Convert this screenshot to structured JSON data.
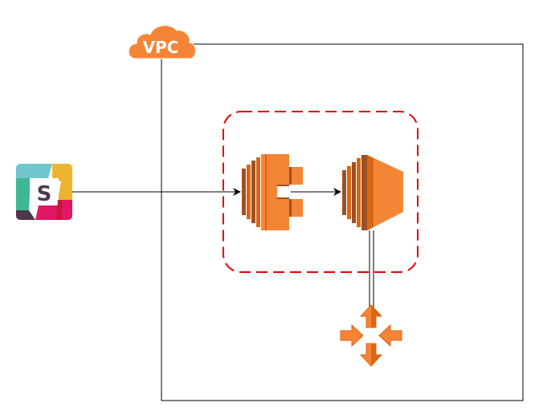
{
  "vpc": {
    "label": "VPC",
    "cloud_color": "#F58536",
    "border_color": "#000000"
  },
  "group": {
    "border_color": "#E10600",
    "style": "dashed"
  },
  "nodes": [
    {
      "id": "slack",
      "icon": "slack-logo-icon"
    },
    {
      "id": "load-balancer",
      "icon": "aws-elastic-load-balancing-icon"
    },
    {
      "id": "ec2-instance",
      "icon": "aws-ec2-instance-icon"
    },
    {
      "id": "nat-gateway",
      "icon": "aws-vpc-nat-gateway-icon"
    }
  ],
  "edges": [
    {
      "from": "slack",
      "to": "load-balancer",
      "style": "arrow"
    },
    {
      "from": "load-balancer",
      "to": "ec2-instance",
      "style": "arrow"
    },
    {
      "from": "ec2-instance",
      "to": "nat-gateway",
      "style": "double-line"
    }
  ],
  "colors": {
    "aws_orange": "#F58536",
    "aws_dark_orange": "#9D5025",
    "aws_mid_orange": "#D86613",
    "dashed_red": "#E10600"
  }
}
